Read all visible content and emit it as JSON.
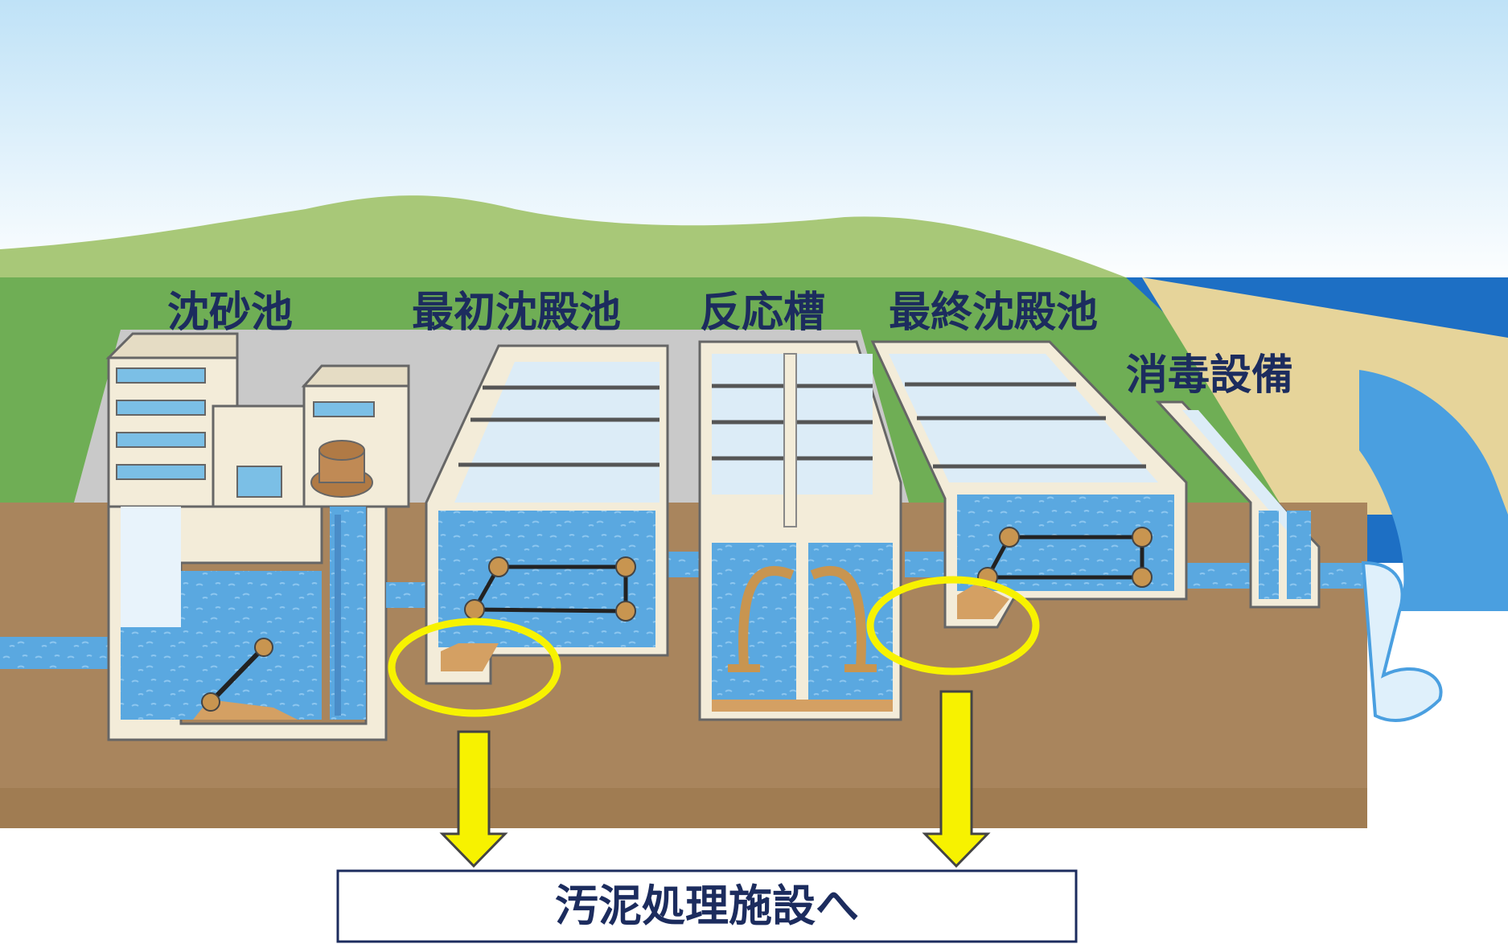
{
  "labels": {
    "grit_chamber": "沈砂池",
    "primary_sedimentation": "最初沈殿池",
    "reaction_tank": "反応槽",
    "final_sedimentation": "最終沈殿池",
    "disinfection": "消毒設備",
    "sludge_destination": "汚泥処理施設へ"
  },
  "colors": {
    "sky_top": "#bfe2f7",
    "sky_bottom": "#ffffff",
    "hill": "#a8c878",
    "grass": "#6fae55",
    "ground": "#a9855d",
    "water": "#5aa8e0",
    "sea": "#1d6fc4",
    "structure": "#f3ecd9",
    "sludge": "#d4a063",
    "highlight": "#f7f200",
    "label_text": "#1c2c5e"
  }
}
